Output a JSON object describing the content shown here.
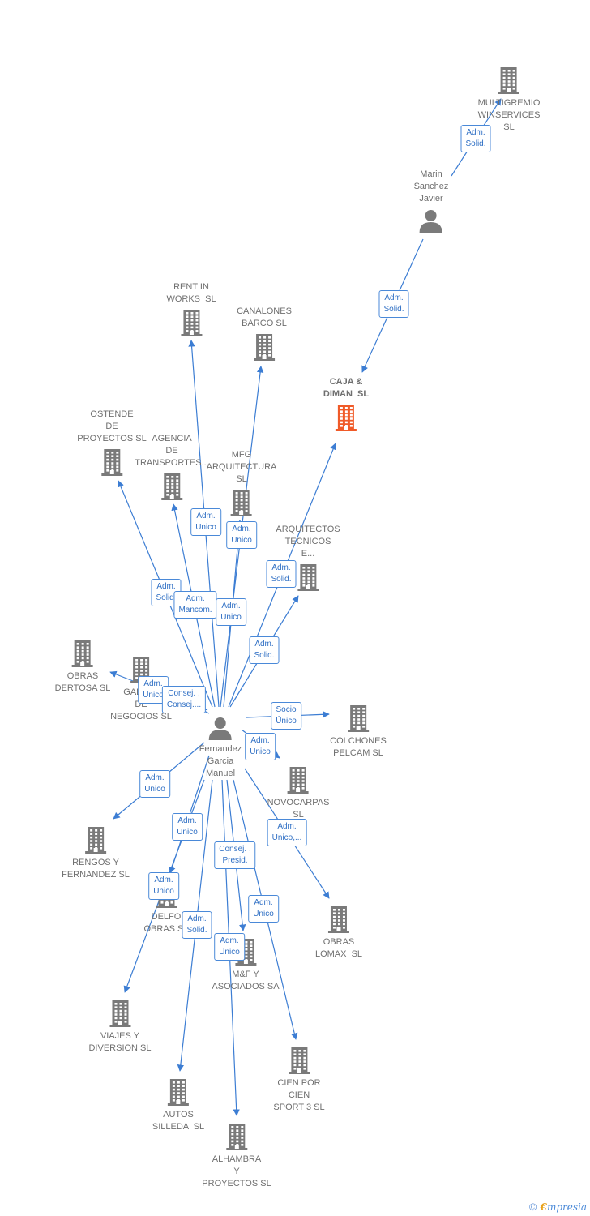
{
  "colors": {
    "edge": "#3c7dd3",
    "company": "#7a7a7a",
    "focus": "#f05a28",
    "person": "#7a7a7a"
  },
  "nodes": [
    {
      "id": "multigremio",
      "type": "company",
      "label": "MULTIGREMIO\nWINSERVICES\nSL"
    },
    {
      "id": "marin",
      "type": "person",
      "label": "Marin\nSanchez\nJavier"
    },
    {
      "id": "caja",
      "type": "focus",
      "label": "CAJA &\nDIMAN  SL"
    },
    {
      "id": "rent",
      "type": "company",
      "label": "RENT IN\nWORKS  SL"
    },
    {
      "id": "canalones",
      "type": "company",
      "label": "CANALONES\nBARCO SL"
    },
    {
      "id": "ostende",
      "type": "company",
      "label": "OSTENDE\nDE\nPROYECTOS SL"
    },
    {
      "id": "agencia",
      "type": "company",
      "label": "AGENCIA\nDE\nTRANSPORTES..."
    },
    {
      "id": "mfg",
      "type": "company",
      "label": "MFG\nARQUITECTURA\nSL"
    },
    {
      "id": "arquitectos",
      "type": "company",
      "label": "ARQUITECTOS\nTECNICOS\nE..."
    },
    {
      "id": "obrasdertosa",
      "type": "company",
      "label": "OBRAS\nDERTOSA SL"
    },
    {
      "id": "galicia",
      "type": "company",
      "label": "GALICIA\nDE\nNEGOCIOS SL"
    },
    {
      "id": "fernandez",
      "type": "person",
      "label": "Fernandez\nGarcia\nManuel"
    },
    {
      "id": "colchones",
      "type": "company",
      "label": "COLCHONES\nPELCAM SL"
    },
    {
      "id": "novocarpas",
      "type": "company",
      "label": "NOVOCARPAS\nSL"
    },
    {
      "id": "rengos",
      "type": "company",
      "label": "RENGOS Y\nFERNANDEZ SL"
    },
    {
      "id": "delfo",
      "type": "company",
      "label": "DELFO\nOBRAS SL"
    },
    {
      "id": "obraslomax",
      "type": "company",
      "label": "OBRAS\nLOMAX  SL"
    },
    {
      "id": "myf",
      "type": "company",
      "label": "M&F Y\nASOCIADOS SA"
    },
    {
      "id": "viajes",
      "type": "company",
      "label": "VIAJES Y\nDIVERSION SL"
    },
    {
      "id": "cien",
      "type": "company",
      "label": "CIEN POR\nCIEN\nSPORT 3 SL"
    },
    {
      "id": "autos",
      "type": "company",
      "label": "AUTOS\nSILLEDA  SL"
    },
    {
      "id": "alhambra",
      "type": "company",
      "label": "ALHAMBRA\nY\nPROYECTOS SL"
    }
  ],
  "edges": [
    {
      "from": "marin",
      "to": "multigremio",
      "label": "Adm.\nSolid."
    },
    {
      "from": "marin",
      "to": "caja",
      "label": "Adm.\nSolid."
    },
    {
      "from": "fernandez",
      "to": "rent",
      "label": "Adm.\nUnico"
    },
    {
      "from": "fernandez",
      "to": "canalones",
      "label": "Adm.\nUnico"
    },
    {
      "from": "fernandez",
      "to": "ostende",
      "label": "Adm.\nSolid."
    },
    {
      "from": "fernandez",
      "to": "agencia",
      "label": "Adm.\nMancom."
    },
    {
      "from": "fernandez",
      "to": "mfg",
      "label": "Adm.\nUnico"
    },
    {
      "from": "fernandez",
      "to": "caja",
      "label": "Adm.\nSolid."
    },
    {
      "from": "fernandez",
      "to": "arquitectos",
      "label": "Adm.\nSolid."
    },
    {
      "from": "fernandez",
      "to": "obrasdertosa",
      "label": "Adm.\nUnico"
    },
    {
      "from": "fernandez",
      "to": "galicia",
      "label": "Consej. ,\nConsej...."
    },
    {
      "from": "fernandez",
      "to": "colchones",
      "label": "Socio\nÚnico"
    },
    {
      "from": "fernandez",
      "to": "novocarpas",
      "label": "Adm.\nUnico"
    },
    {
      "from": "fernandez",
      "to": "rengos",
      "label": "Adm.\nUnico"
    },
    {
      "from": "fernandez",
      "to": "delfo",
      "label": "Adm.\nUnico"
    },
    {
      "from": "fernandez",
      "to": "obraslomax",
      "label": "Adm.\nUnico,..."
    },
    {
      "from": "fernandez",
      "to": "myf",
      "label": "Consej. ,\nPresid."
    },
    {
      "from": "fernandez",
      "to": "viajes",
      "label": "Adm.\nUnico"
    },
    {
      "from": "fernandez",
      "to": "cien",
      "label": "Adm.\nUnico"
    },
    {
      "from": "fernandez",
      "to": "autos",
      "label": "Adm.\nSolid."
    },
    {
      "from": "fernandez",
      "to": "alhambra",
      "label": "Adm.\nUnico"
    }
  ],
  "brand": {
    "copyright": "©",
    "initial": "€",
    "name": "mpresia"
  }
}
